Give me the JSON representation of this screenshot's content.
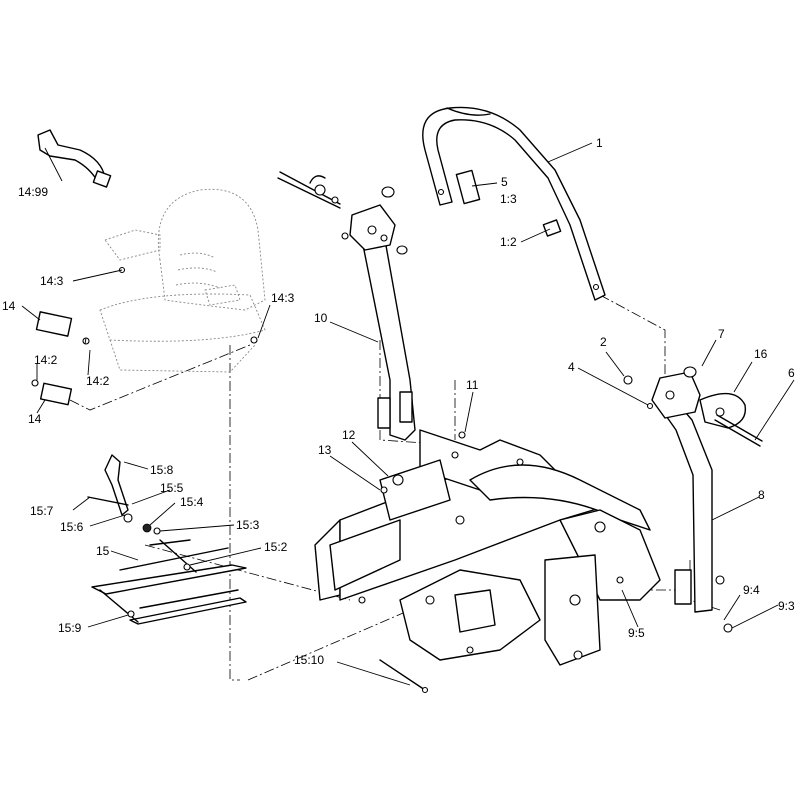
{
  "diagram": {
    "callouts": [
      {
        "id": "c-1",
        "label": "1"
      },
      {
        "id": "c-5",
        "label": "5"
      },
      {
        "id": "c-1-3",
        "label": "1:3"
      },
      {
        "id": "c-1-2",
        "label": "1:2"
      },
      {
        "id": "c-14-99",
        "label": "14:99"
      },
      {
        "id": "c-14-3a",
        "label": "14:3"
      },
      {
        "id": "c-14-3b",
        "label": "14:3"
      },
      {
        "id": "c-14a",
        "label": "14"
      },
      {
        "id": "c-14-2a",
        "label": "14:2"
      },
      {
        "id": "c-14-2b",
        "label": "14:2"
      },
      {
        "id": "c-14b",
        "label": "14"
      },
      {
        "id": "c-10",
        "label": "10"
      },
      {
        "id": "c-2",
        "label": "2"
      },
      {
        "id": "c-7",
        "label": "7"
      },
      {
        "id": "c-16",
        "label": "16"
      },
      {
        "id": "c-4",
        "label": "4"
      },
      {
        "id": "c-6",
        "label": "6"
      },
      {
        "id": "c-11",
        "label": "11"
      },
      {
        "id": "c-12",
        "label": "12"
      },
      {
        "id": "c-13",
        "label": "13"
      },
      {
        "id": "c-8",
        "label": "8"
      },
      {
        "id": "c-15-8",
        "label": "15:8"
      },
      {
        "id": "c-15-5",
        "label": "15:5"
      },
      {
        "id": "c-15-7",
        "label": "15:7"
      },
      {
        "id": "c-15-4",
        "label": "15:4"
      },
      {
        "id": "c-15-6",
        "label": "15:6"
      },
      {
        "id": "c-15-3",
        "label": "15:3"
      },
      {
        "id": "c-15",
        "label": "15"
      },
      {
        "id": "c-15-2",
        "label": "15:2"
      },
      {
        "id": "c-15-9",
        "label": "15:9"
      },
      {
        "id": "c-9-4",
        "label": "9:4"
      },
      {
        "id": "c-9-3",
        "label": "9:3"
      },
      {
        "id": "c-9-5",
        "label": "9:5"
      },
      {
        "id": "c-15-10",
        "label": "15:10"
      }
    ]
  }
}
